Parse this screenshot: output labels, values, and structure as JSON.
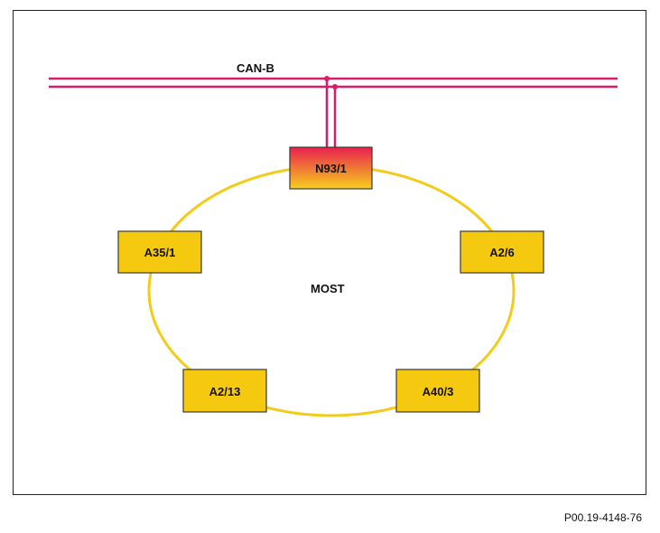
{
  "bus": {
    "label": "CAN-B",
    "color": "#d81b6a"
  },
  "ring": {
    "label": "MOST",
    "color": "#f2cc1a"
  },
  "nodes": {
    "gateway": {
      "label": "N93/1",
      "color_top": "#e8204e",
      "color_bottom": "#f7cf1e"
    },
    "left_upper": {
      "label": "A35/1"
    },
    "right_upper": {
      "label": "A2/6"
    },
    "left_lower": {
      "label": "A2/13"
    },
    "right_lower": {
      "label": "A40/3"
    },
    "fill": "#f5c90f",
    "border": "#3a3a3a"
  },
  "figure_id": "P00.19-4148-76"
}
